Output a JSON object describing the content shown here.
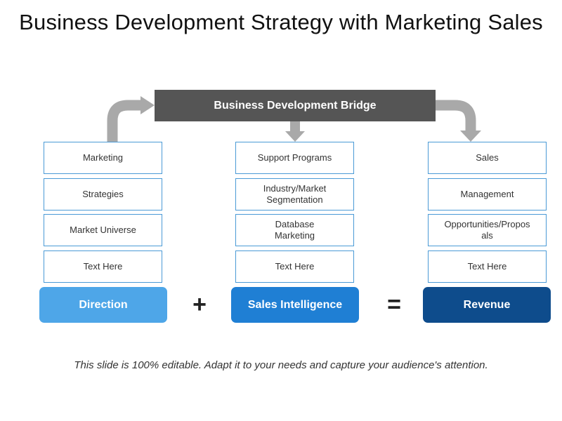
{
  "title": "Business Development Strategy with Marketing Sales",
  "bridge": {
    "label": "Business Development Bridge"
  },
  "columns": [
    {
      "items": [
        "Marketing",
        "Strategies",
        "Market Universe",
        "Text Here"
      ],
      "result": "Direction",
      "result_color": "#4ea6e8"
    },
    {
      "items": [
        "Support Programs",
        "Industry/Market Segmentation",
        "Database Marketing",
        "Text Here"
      ],
      "result": "Sales Intelligence",
      "result_color": "#1f7fd4"
    },
    {
      "items": [
        "Sales",
        "Management",
        "Opportunities/Proposals",
        "Text Here"
      ],
      "result": "Revenue",
      "result_color": "#0e4c8c"
    }
  ],
  "operators": {
    "plus": "+",
    "equals": "="
  },
  "colors": {
    "bridge": "#555555",
    "arrow": "#a9a9a9",
    "item_border": "#4a9ad6"
  },
  "footer": "This slide is 100% editable. Adapt it to your needs and capture your audience's attention."
}
